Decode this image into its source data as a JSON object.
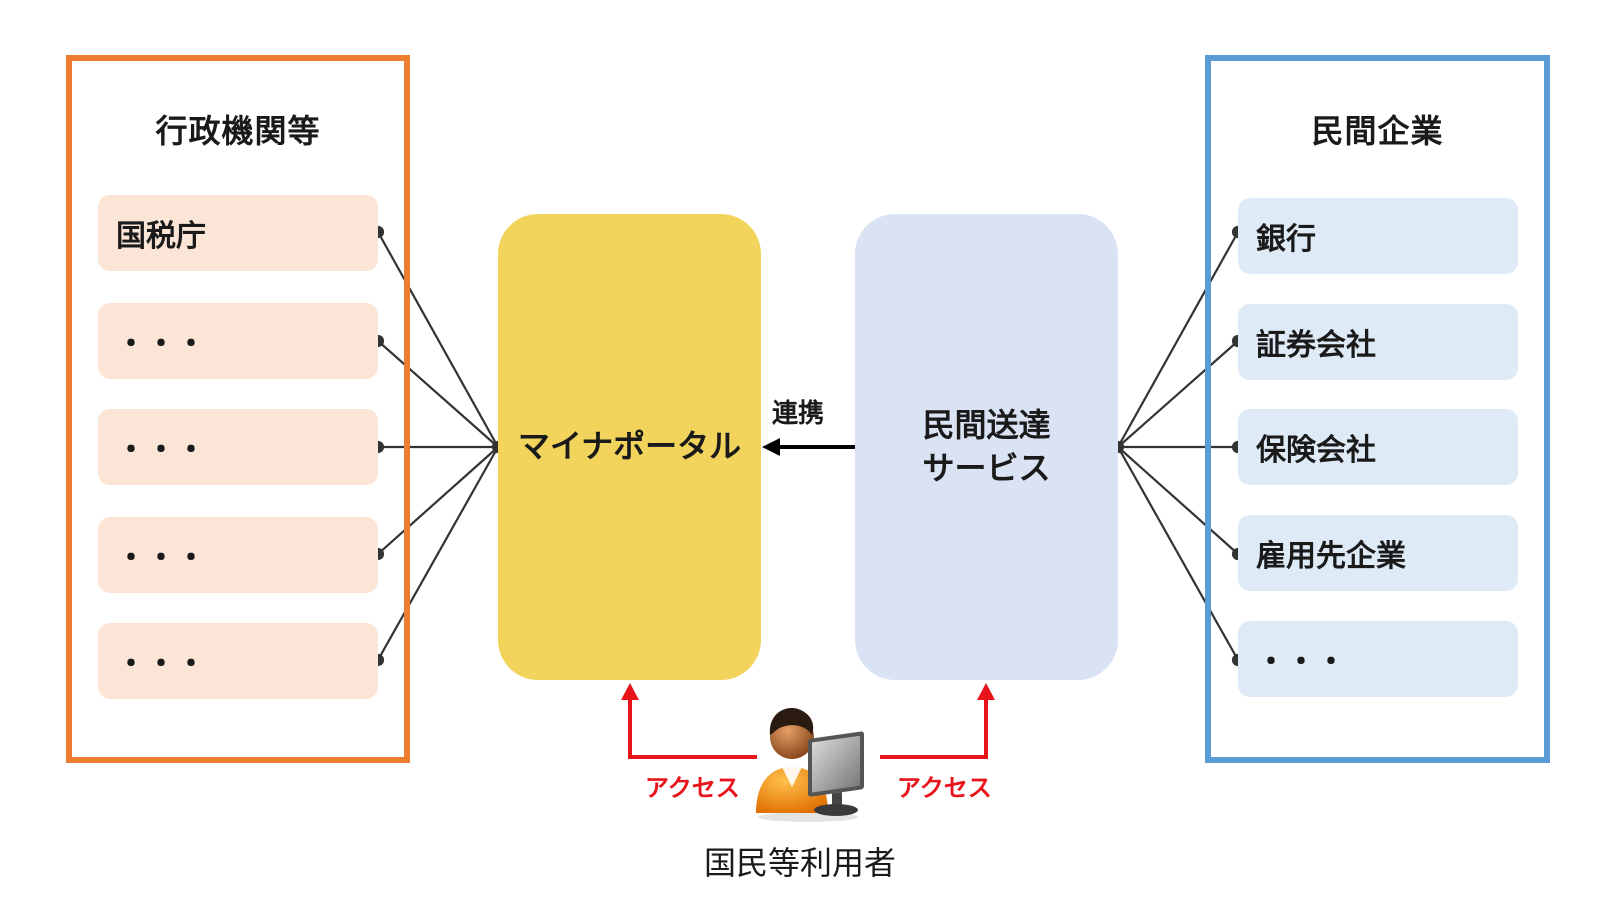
{
  "government": {
    "title": "行政機関等",
    "items": [
      "国税庁",
      "・・・",
      "・・・",
      "・・・",
      "・・・"
    ]
  },
  "corporations": {
    "title": "民間企業",
    "items": [
      "銀行",
      "証券会社",
      "保険会社",
      "雇用先企業",
      "・・・"
    ]
  },
  "portal": {
    "label": "マイナポータル"
  },
  "delivery": {
    "line1": "民間送達",
    "line2": "サービス"
  },
  "link_label": "連携",
  "access_left": "アクセス",
  "access_right": "アクセス",
  "user": {
    "label": "国民等利用者",
    "icon": "user-at-computer-icon"
  },
  "colors": {
    "government_border": "#ED7D31",
    "government_item": "#FBE5D6",
    "corporation_border": "#5B9BD5",
    "corporation_item": "#DEEBF7",
    "portal": "#F2D45C",
    "delivery": "#DAE3F3",
    "access_arrow": "#E8141B"
  }
}
